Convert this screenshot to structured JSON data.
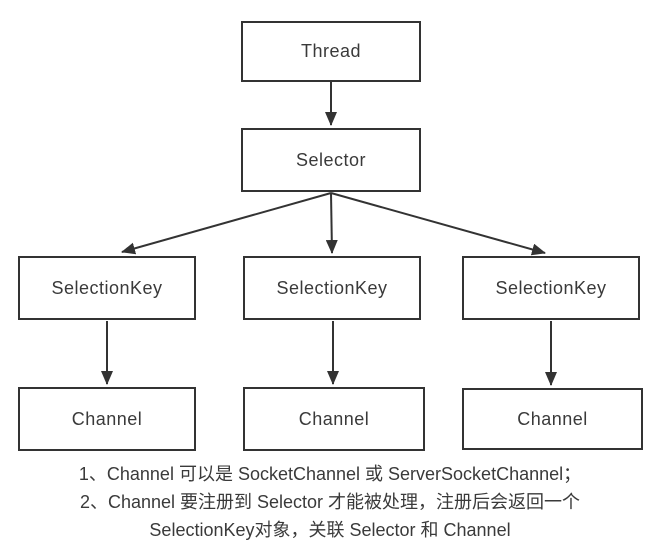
{
  "diagram": {
    "title": "NIO Thread-Selector-SelectionKey-Channel relationship",
    "colors": {
      "border": "#333333",
      "arrow": "#333333",
      "text": "#3a3a3a",
      "background": "#ffffff"
    },
    "nodes": {
      "thread": {
        "label": "Thread"
      },
      "selector": {
        "label": "Selector"
      },
      "selectionkey1": {
        "label": "SelectionKey"
      },
      "selectionkey2": {
        "label": "SelectionKey"
      },
      "selectionkey3": {
        "label": "SelectionKey"
      },
      "channel1": {
        "label": "Channel"
      },
      "channel2": {
        "label": "Channel"
      },
      "channel3": {
        "label": "Channel"
      }
    },
    "edges": [
      {
        "from": "thread",
        "to": "selector"
      },
      {
        "from": "selector",
        "to": "selectionkey1"
      },
      {
        "from": "selector",
        "to": "selectionkey2"
      },
      {
        "from": "selector",
        "to": "selectionkey3"
      },
      {
        "from": "selectionkey1",
        "to": "channel1"
      },
      {
        "from": "selectionkey2",
        "to": "channel2"
      },
      {
        "from": "selectionkey3",
        "to": "channel3"
      }
    ]
  },
  "notes": {
    "line1": "1、Channel 可以是 SocketChannel 或 ServerSocketChannel；",
    "line2": "2、Channel 要注册到 Selector 才能被处理，注册后会返回一个",
    "line3": "SelectionKey对象，关联 Selector 和 Channel"
  }
}
